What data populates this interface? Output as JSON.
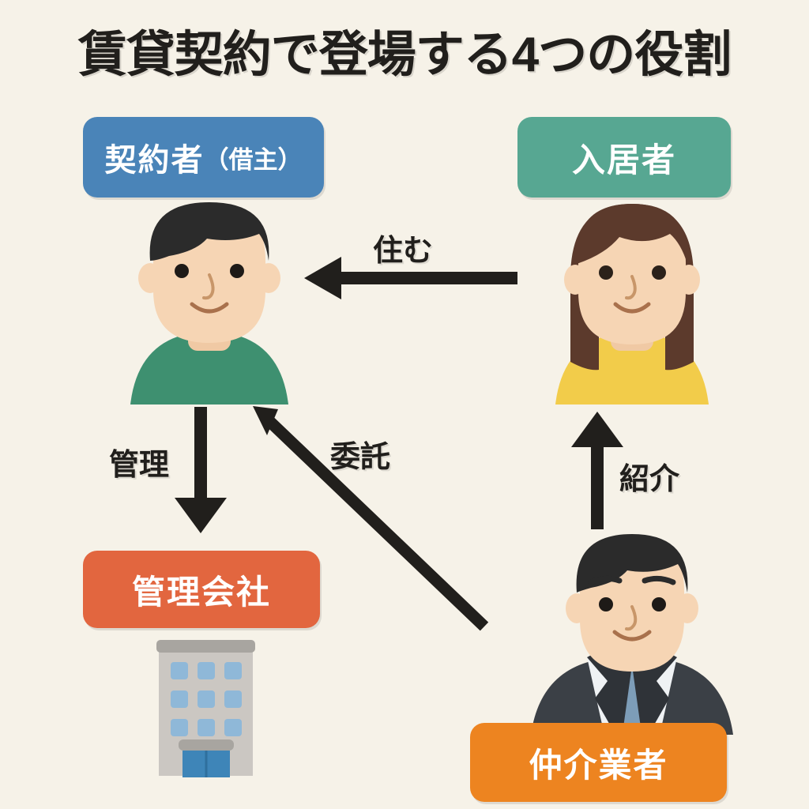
{
  "title": "賃貸契約で登場する4つの役割",
  "background_color": "#F6F2E8",
  "roles": [
    {
      "id": "landlord",
      "label_main": "契約者",
      "label_sub": "（借主）",
      "color": "#4A84B8",
      "figure": "man-green-shirt"
    },
    {
      "id": "tenant",
      "label_main": "入居者",
      "label_sub": "",
      "color": "#57A792",
      "figure": "woman-yellow-top"
    },
    {
      "id": "management",
      "label_main": "管理会社",
      "label_sub": "",
      "color": "#E2663F",
      "figure": "office-building"
    },
    {
      "id": "agent",
      "label_main": "仲介業者",
      "label_sub": "",
      "color": "#ED8420",
      "figure": "businessman-suit"
    }
  ],
  "arrows": [
    {
      "id": "live",
      "label": "住む",
      "from": "tenant",
      "to": "landlord",
      "direction": "left"
    },
    {
      "id": "manage",
      "label": "管理",
      "from": "landlord",
      "to": "management",
      "direction": "down"
    },
    {
      "id": "entrust",
      "label": "委託",
      "from": "agent",
      "to": "landlord",
      "direction": "up-left"
    },
    {
      "id": "refer",
      "label": "紹介",
      "from": "agent",
      "to": "tenant",
      "direction": "up"
    }
  ],
  "figure_colors": {
    "skin": "#F6D5B4",
    "hair_dark": "#2B2B2B",
    "hair_brown": "#5C3A2C",
    "shirt_green": "#3E9070",
    "top_yellow": "#F2CC4A",
    "suit_dark": "#3B4046",
    "shirt_white": "#EFF2F4",
    "tie_blue": "#7D9DB8",
    "building_body": "#CBC7C2",
    "building_roof": "#A8A5A0",
    "window_blue": "#8FB8D8",
    "door_blue": "#3E85B8",
    "arrow_black": "#211F1C"
  }
}
